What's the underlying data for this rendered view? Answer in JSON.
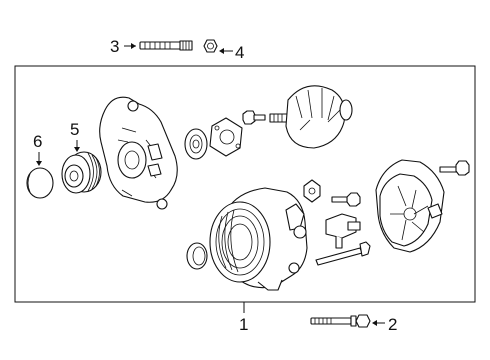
{
  "callouts": {
    "c1": "1",
    "c2": "2",
    "c3": "3",
    "c4": "4",
    "c5": "5",
    "c6": "6"
  },
  "parts": [
    {
      "callout": "1",
      "part": "alternator-assembly"
    },
    {
      "callout": "2",
      "part": "mounting-bolt"
    },
    {
      "callout": "3",
      "part": "stud"
    },
    {
      "callout": "4",
      "part": "nut"
    },
    {
      "callout": "5",
      "part": "pulley"
    },
    {
      "callout": "6",
      "part": "cap"
    }
  ],
  "colors": {
    "line": "#111111",
    "background": "#ffffff"
  }
}
